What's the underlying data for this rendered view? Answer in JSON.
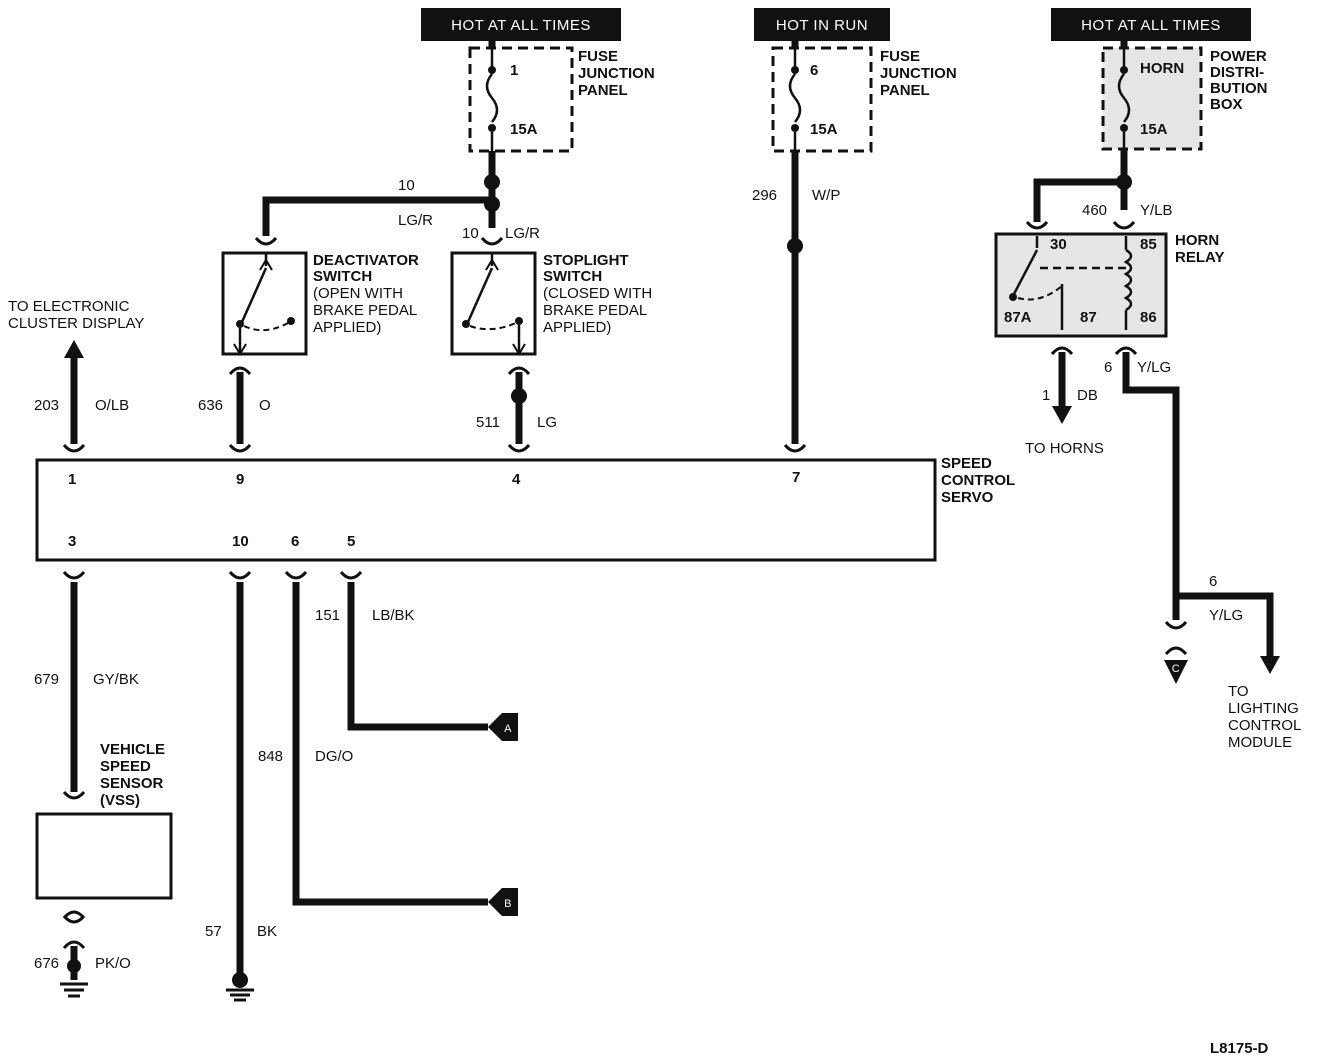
{
  "headers": {
    "h1": "HOT AT ALL TIMES",
    "h2": "HOT IN RUN",
    "h3": "HOT AT ALL TIMES"
  },
  "fuses": {
    "f1": {
      "number": "1",
      "rating": "15A",
      "label1": "FUSE",
      "label2": "JUNCTION",
      "label3": "PANEL"
    },
    "f2": {
      "number": "6",
      "rating": "15A",
      "label1": "FUSE",
      "label2": "JUNCTION",
      "label3": "PANEL"
    },
    "f3": {
      "number": "HORN",
      "rating": "15A",
      "label1": "POWER",
      "label2": "DISTRI-",
      "label3": "BUTION",
      "label4": "BOX"
    }
  },
  "wires": {
    "w10_top_num": "10",
    "w10_top_color": "LG/R",
    "w10_sw_num": "10",
    "w10_sw_color": "LG/R",
    "w296_num": "296",
    "w296_color": "W/P",
    "w460_num": "460",
    "w460_color": "Y/LB",
    "w203_num": "203",
    "w203_color": "O/LB",
    "w636_num": "636",
    "w636_color": "O",
    "w511_num": "511",
    "w511_color": "LG",
    "w1_num": "1",
    "w1_color": "DB",
    "w6a_num": "6",
    "w6a_color": "Y/LG",
    "w6b_num": "6",
    "w6b_color": "Y/LG",
    "w151_num": "151",
    "w151_color": "LB/BK",
    "w679_num": "679",
    "w679_color": "GY/BK",
    "w848_num": "848",
    "w848_color": "DG/O",
    "w57_num": "57",
    "w57_color": "BK",
    "w676_num": "676",
    "w676_color": "PK/O"
  },
  "deactivator": {
    "l1": "DEACTIVATOR",
    "l2": "SWITCH",
    "l3": "(OPEN WITH",
    "l4": "BRAKE PEDAL",
    "l5": "APPLIED)"
  },
  "stoplight": {
    "l1": "STOPLIGHT",
    "l2": "SWITCH",
    "l3": "(CLOSED WITH",
    "l4": "BRAKE PEDAL",
    "l5": "APPLIED)"
  },
  "horn_relay": {
    "l1": "HORN",
    "l2": "RELAY",
    "p30": "30",
    "p85": "85",
    "p87a": "87A",
    "p87": "87",
    "p86": "86"
  },
  "to_cluster": {
    "l1": "TO ELECTRONIC",
    "l2": "CLUSTER DISPLAY"
  },
  "to_horns": "TO HORNS",
  "to_lighting": {
    "l1": "TO",
    "l2": "LIGHTING",
    "l3": "CONTROL",
    "l4": "MODULE"
  },
  "servo": {
    "l1": "SPEED",
    "l2": "CONTROL",
    "l3": "SERVO",
    "pins_top": [
      "1",
      "9",
      "4",
      "7"
    ],
    "pins_bottom": [
      "3",
      "10",
      "6",
      "5"
    ]
  },
  "vss": {
    "l1": "VEHICLE",
    "l2": "SPEED",
    "l3": "SENSOR",
    "l4": "(VSS)"
  },
  "connectors": {
    "a": "A",
    "b": "B",
    "c": "C"
  },
  "figure_id": "L8175-D"
}
